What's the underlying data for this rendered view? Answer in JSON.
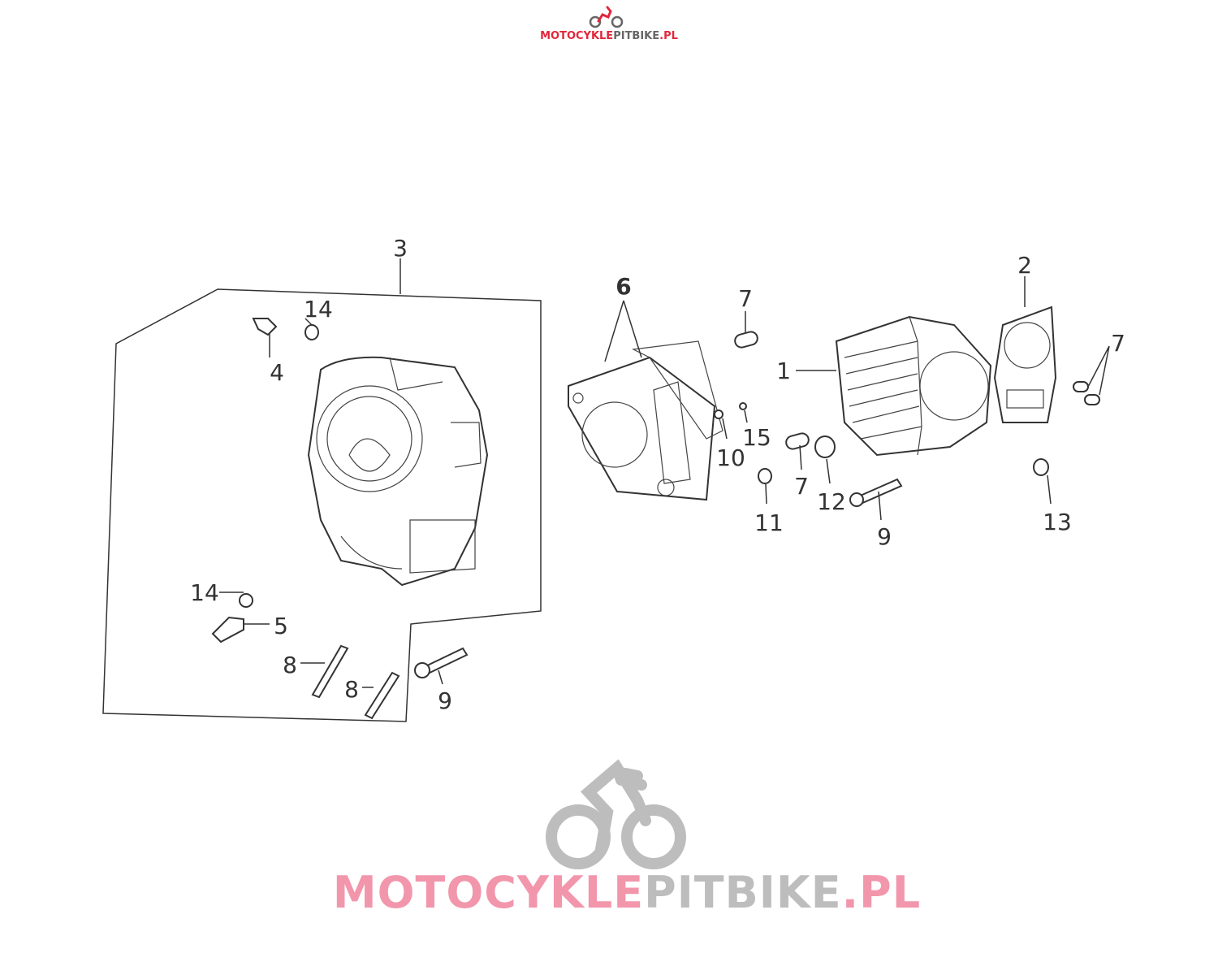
{
  "header_logo": {
    "part1": "MOTOCYKLE",
    "part2": "PITBIKE",
    "part3": ".PL",
    "color_red": "#e3263a",
    "color_gray": "#666666"
  },
  "watermark": {
    "part1": "MOTOCYKLE",
    "part2": "PITBIKE",
    "part3": ".PL",
    "color_pink": "#f296ac",
    "color_gray": "#bdbdbd"
  },
  "diagram": {
    "callouts": [
      {
        "id": "c3",
        "label": "3"
      },
      {
        "id": "c14a",
        "label": "14"
      },
      {
        "id": "c4",
        "label": "4"
      },
      {
        "id": "c6",
        "label": "6"
      },
      {
        "id": "c7a",
        "label": "7"
      },
      {
        "id": "c1",
        "label": "1"
      },
      {
        "id": "c2",
        "label": "2"
      },
      {
        "id": "c7b",
        "label": "7"
      },
      {
        "id": "c10",
        "label": "10"
      },
      {
        "id": "c15",
        "label": "15"
      },
      {
        "id": "c7c",
        "label": "7"
      },
      {
        "id": "c12",
        "label": "12"
      },
      {
        "id": "c11",
        "label": "11"
      },
      {
        "id": "c9a",
        "label": "9"
      },
      {
        "id": "c13",
        "label": "13"
      },
      {
        "id": "c14b",
        "label": "14"
      },
      {
        "id": "c5",
        "label": "5"
      },
      {
        "id": "c8a",
        "label": "8"
      },
      {
        "id": "c8b",
        "label": "8"
      },
      {
        "id": "c9b",
        "label": "9"
      }
    ]
  }
}
